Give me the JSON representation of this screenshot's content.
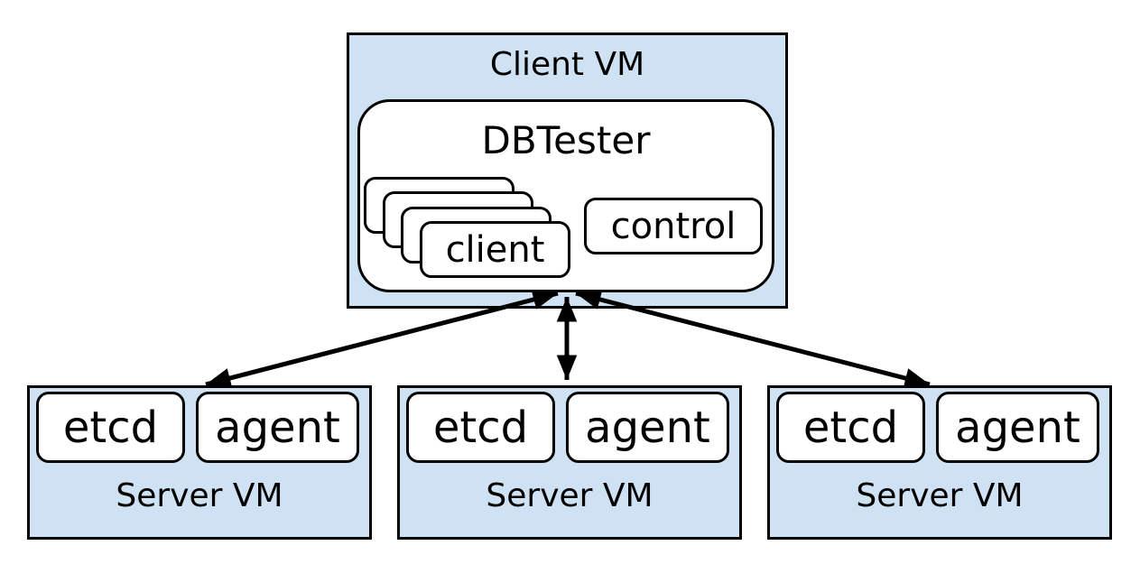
{
  "diagram": {
    "client_vm": {
      "label": "Client VM",
      "dbtester": {
        "label": "DBTester",
        "client_stack": {
          "label": "client",
          "count": 4
        },
        "control": {
          "label": "control"
        }
      }
    },
    "server_vms": [
      {
        "label": "Server VM",
        "components": [
          {
            "label": "etcd"
          },
          {
            "label": "agent"
          }
        ]
      },
      {
        "label": "Server VM",
        "components": [
          {
            "label": "etcd"
          },
          {
            "label": "agent"
          }
        ]
      },
      {
        "label": "Server VM",
        "components": [
          {
            "label": "etcd"
          },
          {
            "label": "agent"
          }
        ]
      }
    ],
    "connections": [
      {
        "from": "client-vm",
        "to": "server-vm-1",
        "bidirectional": true
      },
      {
        "from": "client-vm",
        "to": "server-vm-2",
        "bidirectional": true
      },
      {
        "from": "client-vm",
        "to": "server-vm-3",
        "bidirectional": true
      }
    ],
    "colors": {
      "vm_fill": "#cfe2f3",
      "node_fill": "#ffffff",
      "border": "#000000",
      "arrow": "#000000"
    }
  }
}
